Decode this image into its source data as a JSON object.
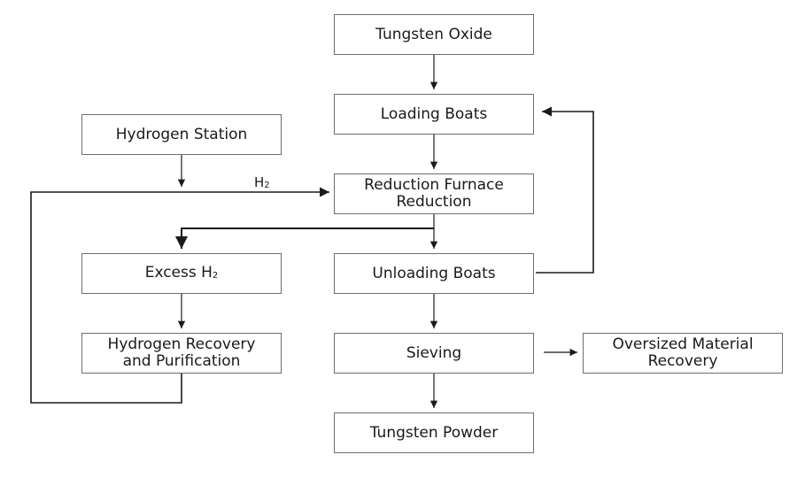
{
  "boxes": {
    "tungsten_oxide": "Tungsten Oxide",
    "loading_boats": "Loading Boats",
    "hydrogen_station": "Hydrogen Station",
    "reduction_furnace_line1": "Reduction Furnace",
    "reduction_furnace_line2": "Reduction",
    "excess_h2_text": "Excess H",
    "excess_h2_sub": "2",
    "unloading_boats": "Unloading Boats",
    "hydrogen_recovery_line1": "Hydrogen Recovery",
    "hydrogen_recovery_line2": "and Purification",
    "sieving": "Sieving",
    "oversized_line1": "Oversized Material",
    "oversized_line2": "Recovery",
    "tungsten_powder": "Tungsten Powder"
  },
  "labels": {
    "h2_text": "H",
    "h2_sub": "2"
  },
  "colors": {
    "box_border": "#6e6e6e",
    "line": "#1a1a1a",
    "text": "#1a1a1a"
  }
}
